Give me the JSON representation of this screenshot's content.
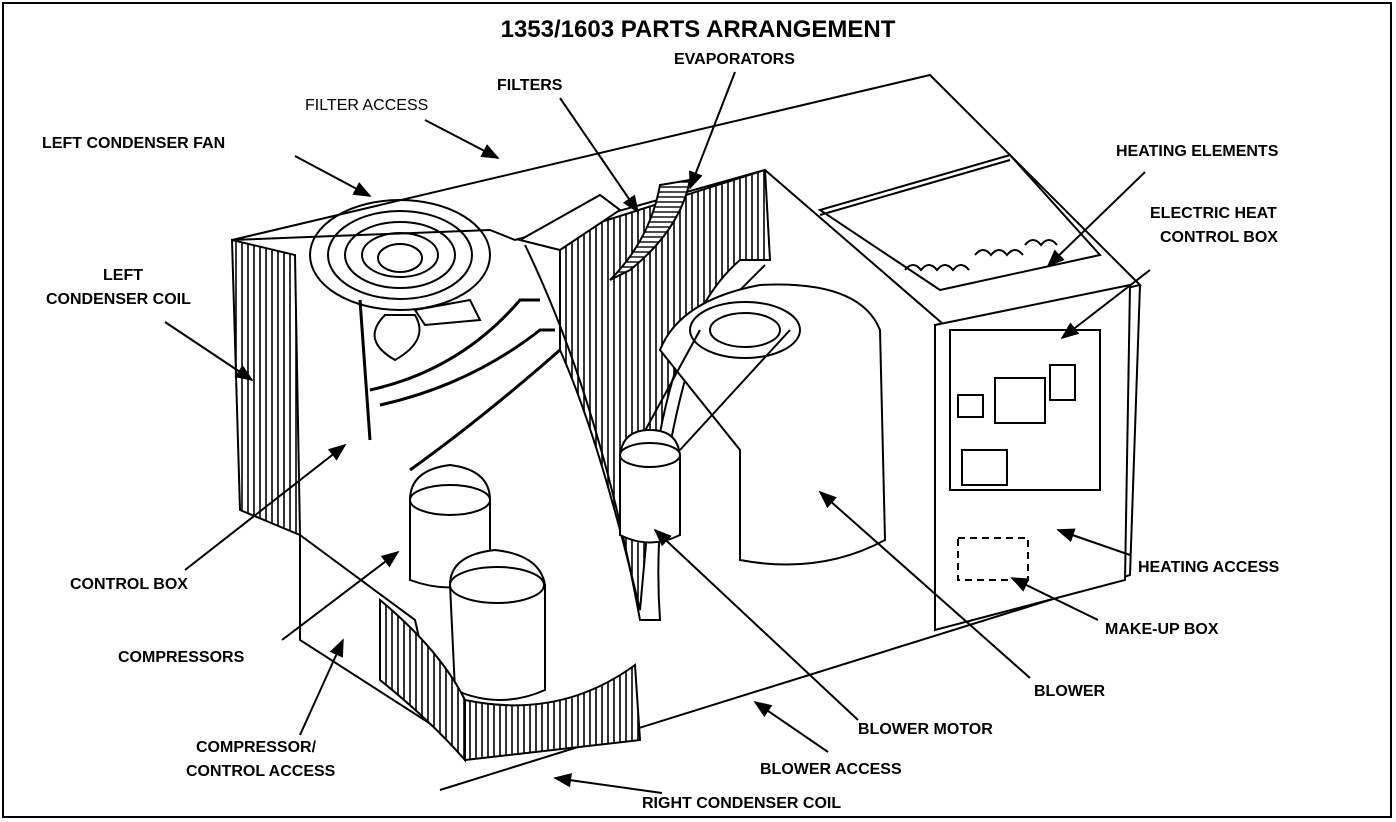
{
  "title": "1353/1603 PARTS ARRANGEMENT",
  "labels": {
    "evaporators": "EVAPORATORS",
    "filters": "FILTERS",
    "filter_access": "FILTER ACCESS",
    "left_condenser_fan": "LEFT CONDENSER FAN",
    "left_condenser_coil_1": "LEFT",
    "left_condenser_coil_2": "CONDENSER COIL",
    "heating_elements": "HEATING ELEMENTS",
    "electric_heat_control_box_1": "ELECTRIC HEAT",
    "electric_heat_control_box_2": "CONTROL BOX",
    "control_box": "CONTROL BOX",
    "compressors": "COMPRESSORS",
    "compressor_control_access_1": "COMPRESSOR/",
    "compressor_control_access_2": "CONTROL ACCESS",
    "heating_access": "HEATING ACCESS",
    "make_up_box": "MAKE-UP BOX",
    "blower": "BLOWER",
    "blower_motor": "BLOWER MOTOR",
    "blower_access": "BLOWER ACCESS",
    "right_condenser_coil": "RIGHT CONDENSER COIL"
  },
  "colors": {
    "line": "#000000",
    "background": "#ffffff",
    "shade": "#cfcfcf"
  }
}
